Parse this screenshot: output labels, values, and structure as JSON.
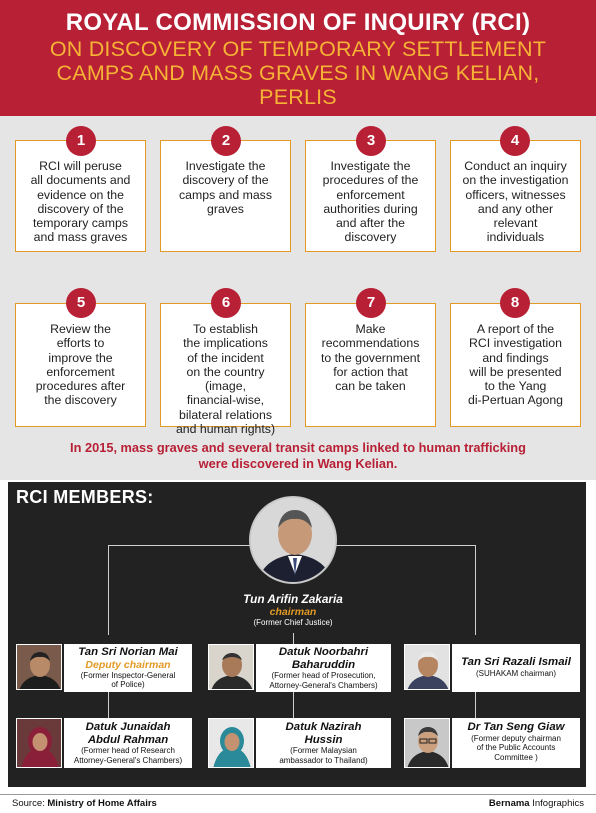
{
  "header": {
    "title": "ROYAL COMMISSION OF INQUIRY (RCI)",
    "subtitle_lines": [
      "ON DISCOVERY OF TEMPORARY SETTLEMENT",
      "CAMPS AND MASS GRAVES IN WANG KELIAN,",
      "PERLIS"
    ]
  },
  "steps": [
    {
      "num": "1",
      "lines": [
        "RCI will peruse",
        "all documents and",
        "evidence on the",
        "discovery of the",
        "temporary camps",
        "and mass graves"
      ]
    },
    {
      "num": "2",
      "lines": [
        "Investigate the",
        "discovery of the",
        "camps and mass",
        "graves"
      ]
    },
    {
      "num": "3",
      "lines": [
        "Investigate the",
        "procedures of the",
        "enforcement",
        "authorities during",
        "and after the",
        "discovery"
      ]
    },
    {
      "num": "4",
      "lines": [
        "Conduct an inquiry",
        "on the investigation",
        "officers, witnesses",
        "and any other",
        "relevant",
        "individuals"
      ]
    },
    {
      "num": "5",
      "lines": [
        "Review the",
        "efforts to",
        "improve the",
        "enforcement",
        "procedures after",
        "the discovery"
      ]
    },
    {
      "num": "6",
      "lines": [
        "To establish",
        "the implications",
        "of the incident",
        "on the country",
        "(image,",
        "financial-wise,",
        "bilateral relations",
        "and human rights)"
      ]
    },
    {
      "num": "7",
      "lines": [
        "Make",
        "recommendations",
        "to the government",
        "for action that",
        "can be taken"
      ]
    },
    {
      "num": "8",
      "lines": [
        "A report of the",
        "RCI investigation",
        "and findings",
        "will be presented",
        "to the Yang",
        "di-Pertuan Agong"
      ]
    }
  ],
  "note_lines": [
    "In 2015, mass graves and several transit camps linked to human trafficking",
    "were discovered in Wang Kelian."
  ],
  "members_title": "RCI MEMBERS:",
  "chairman": {
    "name": "Tun Arifin Zakaria",
    "role": "chairman",
    "desc": "(Former Chief Justice)"
  },
  "members": [
    {
      "name_lines": [
        "Tan Sri Norian Mai"
      ],
      "role": "Deputy chairman",
      "desc_lines": [
        "(Former Inspector-General",
        "of Police)"
      ]
    },
    {
      "name_lines": [
        "Datuk Noorbahri",
        "Baharuddin"
      ],
      "role": "",
      "desc_lines": [
        "(Former head of Prosecution,",
        "Attorney-General's Chambers)"
      ]
    },
    {
      "name_lines": [
        "Tan Sri Razali Ismail"
      ],
      "role": "",
      "desc_lines": [
        "(SUHAKAM chairman)"
      ]
    },
    {
      "name_lines": [
        "Datuk Junaidah",
        "Abdul Rahman"
      ],
      "role": "",
      "desc_lines": [
        "(Former head of Research",
        "Attorney-General's Chambers)"
      ]
    },
    {
      "name_lines": [
        "Datuk Nazirah",
        "Hussin"
      ],
      "role": "",
      "desc_lines": [
        "(Former Malaysian",
        "ambassador to Thailand)"
      ]
    },
    {
      "name_lines": [
        "Dr Tan Seng Giaw"
      ],
      "role": "",
      "desc_lines": [
        "(Former deputy chairman",
        "of the Public Accounts",
        "Committee )"
      ]
    }
  ],
  "footer": {
    "source_label": "Source:",
    "source_value": "Ministry of Home Affairs",
    "brand_bold": "Bernama",
    "brand_rest": "Infographics"
  },
  "colors": {
    "primary_red": "#b72035",
    "accent_gold": "#f6b335",
    "card_border": "#e39a25",
    "panel_dark": "#222222"
  }
}
